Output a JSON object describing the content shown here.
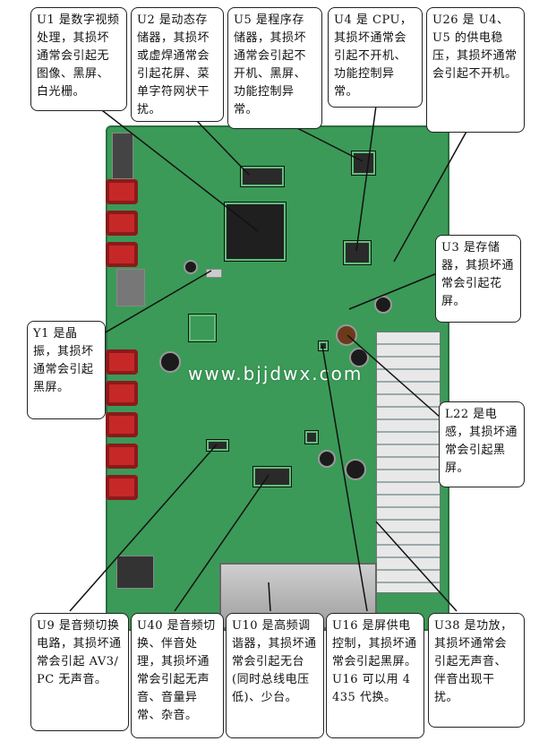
{
  "watermark": "www.bjjdwx.com",
  "callouts": {
    "u1": "U1 是数字视频处理，其损坏通常会引起无图像、黑屏、白光栅。",
    "u2": "U2 是动态存储器，其损坏或虚焊通常会引起花屏、菜单字符网状干扰。",
    "u5": "U5 是程序存储器，其损坏通常会引起不开机、黑屏、功能控制异常。",
    "u4": "U4 是 CPU，其损坏通常会引起不开机、功能控制异常。",
    "u26": "U26 是 U4、U5 的供电稳压，其损坏通常会引起不开机。",
    "u3": "U3 是存储器，其损坏通常会引起花屏。",
    "y1": "Y1 是晶振，其损坏通常会引起黑屏。",
    "l22": "L22 是电感，其损坏通常会引起黑屏。",
    "u9": "U9 是音频切换电路，其损坏通常会引起 AV3/PC 无声音。",
    "u40": "U40 是音频切换、伴音处理，其损坏通常会引起无声音、音量异常、杂音。",
    "u10": "U10 是高频调谐器，其损坏通常会引起无台(同时总线电压低)、少台。",
    "u16": "U16 是屏供电控制，其损坏通常会引起黑屏。U16 可以用 4435 代换。",
    "u38": "U38 是功放，其损坏通常会引起无声音、伴音出现干扰。"
  }
}
